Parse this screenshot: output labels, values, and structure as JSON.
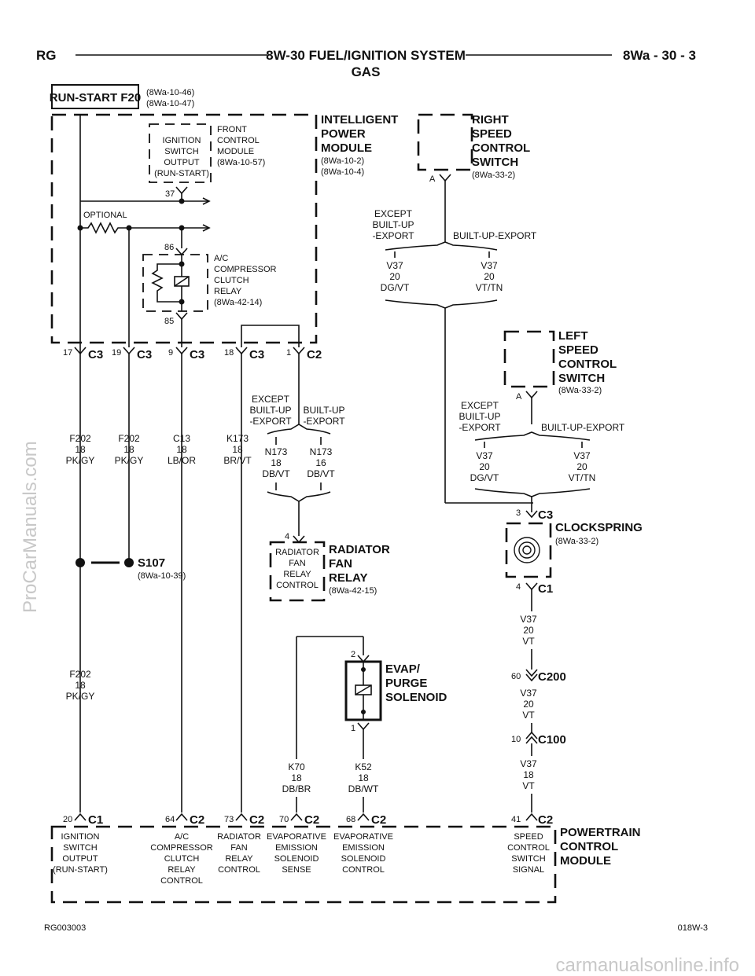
{
  "header": {
    "left": "RG",
    "title": "8W-30 FUEL/IGNITION SYSTEM",
    "subtitle": "GAS",
    "page": "8Wa - 30 - 3"
  },
  "run_start": {
    "label": "RUN-START F20",
    "ref1": "(8Wa-10-46)",
    "ref2": "(8Wa-10-47)"
  },
  "ipm": {
    "l1": "INTELLIGENT",
    "l2": "POWER",
    "l3": "MODULE",
    "r1": "(8Wa-10-2)",
    "r2": "(8Wa-10-4)"
  },
  "ign_out": {
    "l1": "IGNITION",
    "l2": "SWITCH",
    "l3": "OUTPUT",
    "l4": "(RUN-START)"
  },
  "fcm": {
    "l1": "FRONT",
    "l2": "CONTROL",
    "l3": "MODULE",
    "l4": "(8Wa-10-57)"
  },
  "pin37": "37",
  "optional": "OPTIONAL",
  "ac_relay": {
    "p86": "86",
    "p85": "85",
    "l1": "A/C",
    "l2": "COMPRESSOR",
    "l3": "CLUTCH",
    "l4": "RELAY",
    "l5": "(8Wa-42-14)"
  },
  "connectors": {
    "c17": "17",
    "c19": "19",
    "c9": "9",
    "c18": "18",
    "c1": "1",
    "C3": "C3",
    "C2": "C2",
    "C1": "C1"
  },
  "wires": {
    "w1": {
      "a": "F202",
      "b": "18",
      "c": "PK/GY"
    },
    "w2": {
      "a": "F202",
      "b": "18",
      "c": "PK/GY"
    },
    "w3": {
      "a": "C13",
      "b": "18",
      "c": "LB/OR"
    },
    "w4": {
      "a": "K173",
      "b": "18",
      "c": "BR/VT"
    },
    "w5": {
      "a": "N173",
      "b": "18",
      "c": "DB/VT"
    },
    "w6": {
      "a": "N173",
      "b": "16",
      "c": "DB/VT"
    },
    "w7": {
      "a": "F202",
      "b": "18",
      "c": "PK/GY"
    },
    "w8": {
      "a": "K70",
      "b": "18",
      "c": "DB/BR"
    },
    "w9": {
      "a": "K52",
      "b": "18",
      "c": "DB/WT"
    },
    "rs1": {
      "a": "V37",
      "b": "20",
      "c": "DG/VT"
    },
    "rs2": {
      "a": "V37",
      "b": "20",
      "c": "VT/TN"
    },
    "ls1": {
      "a": "V37",
      "b": "20",
      "c": "DG/VT"
    },
    "ls2": {
      "a": "V37",
      "b": "20",
      "c": "VT/TN"
    },
    "cs1": {
      "a": "V37",
      "b": "20",
      "c": "VT"
    },
    "cs2": {
      "a": "V37",
      "b": "20",
      "c": "VT"
    },
    "cs3": {
      "a": "V37",
      "b": "18",
      "c": "VT"
    }
  },
  "export": {
    "e1": "EXCEPT",
    "e2": "BUILT-UP",
    "e3": "-EXPORT",
    "b1": "BUILT-UP",
    "b2": "-EXPORT",
    "bue": "BUILT-UP-EXPORT"
  },
  "right_switch": {
    "l1": "RIGHT",
    "l2": "SPEED",
    "l3": "CONTROL",
    "l4": "SWITCH",
    "ref": "(8Wa-33-2)",
    "pin": "A"
  },
  "left_switch": {
    "l1": "LEFT",
    "l2": "SPEED",
    "l3": "CONTROL",
    "l4": "SWITCH",
    "ref": "(8Wa-33-2)",
    "pin": "A"
  },
  "clockspring": {
    "label": "CLOCKSPRING",
    "ref": "(8Wa-33-2)",
    "p3": "3",
    "p4": "4",
    "c3": "C3",
    "c1": "C1"
  },
  "rad_relay": {
    "pin": "4",
    "i1": "RADIATOR",
    "i2": "FAN",
    "i3": "RELAY",
    "i4": "CONTROL",
    "l1": "RADIATOR",
    "l2": "FAN",
    "l3": "RELAY",
    "ref": "(8Wa-42-15)"
  },
  "splice": {
    "label": "S107",
    "ref": "(8Wa-10-39)"
  },
  "evap": {
    "l1": "EVAP/",
    "l2": "PURGE",
    "l3": "SOLENOID",
    "p2": "2",
    "p1": "1"
  },
  "c200": {
    "pin": "60",
    "label": "C200"
  },
  "c100": {
    "pin": "10",
    "label": "C100"
  },
  "pcm": {
    "l1": "POWERTRAIN",
    "l2": "CONTROL",
    "l3": "MODULE",
    "pins": {
      "p20": "20",
      "p64": "64",
      "p73": "73",
      "p70": "70",
      "p68": "68",
      "p41": "41"
    },
    "f1": {
      "a": "IGNITION",
      "b": "SWITCH",
      "c": "OUTPUT",
      "d": "(RUN-START)"
    },
    "f2": {
      "a": "A/C",
      "b": "COMPRESSOR",
      "c": "CLUTCH",
      "d": "RELAY",
      "e": "CONTROL"
    },
    "f3": {
      "a": "RADIATOR",
      "b": "FAN",
      "c": "RELAY",
      "d": "CONTROL"
    },
    "f4": {
      "a": "EVAPORATIVE",
      "b": "EMISSION",
      "c": "SOLENOID",
      "d": "SENSE"
    },
    "f5": {
      "a": "EVAPORATIVE",
      "b": "EMISSION",
      "c": "SOLENOID",
      "d": "CONTROL"
    },
    "f6": {
      "a": "SPEED",
      "b": "CONTROL",
      "c": "SWITCH",
      "d": "SIGNAL"
    }
  },
  "footer": {
    "left": "RG003003",
    "right": "018W-3"
  },
  "watermark": {
    "side": "ProCarManuals.com",
    "bottom": "carmanualsonline.info"
  }
}
